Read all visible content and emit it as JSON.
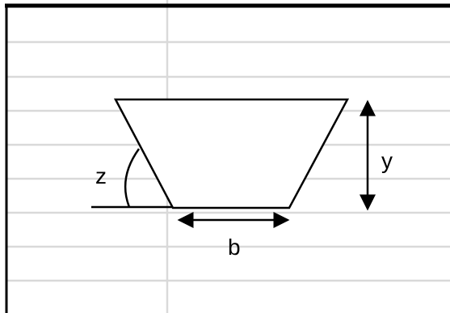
{
  "labels": {
    "depth": "y",
    "bottom_width": "b",
    "side_slope": "z"
  },
  "colors": {
    "gridline": "#d9d9d9",
    "border": "#000000",
    "stroke": "#000000",
    "background": "#ffffff"
  }
}
